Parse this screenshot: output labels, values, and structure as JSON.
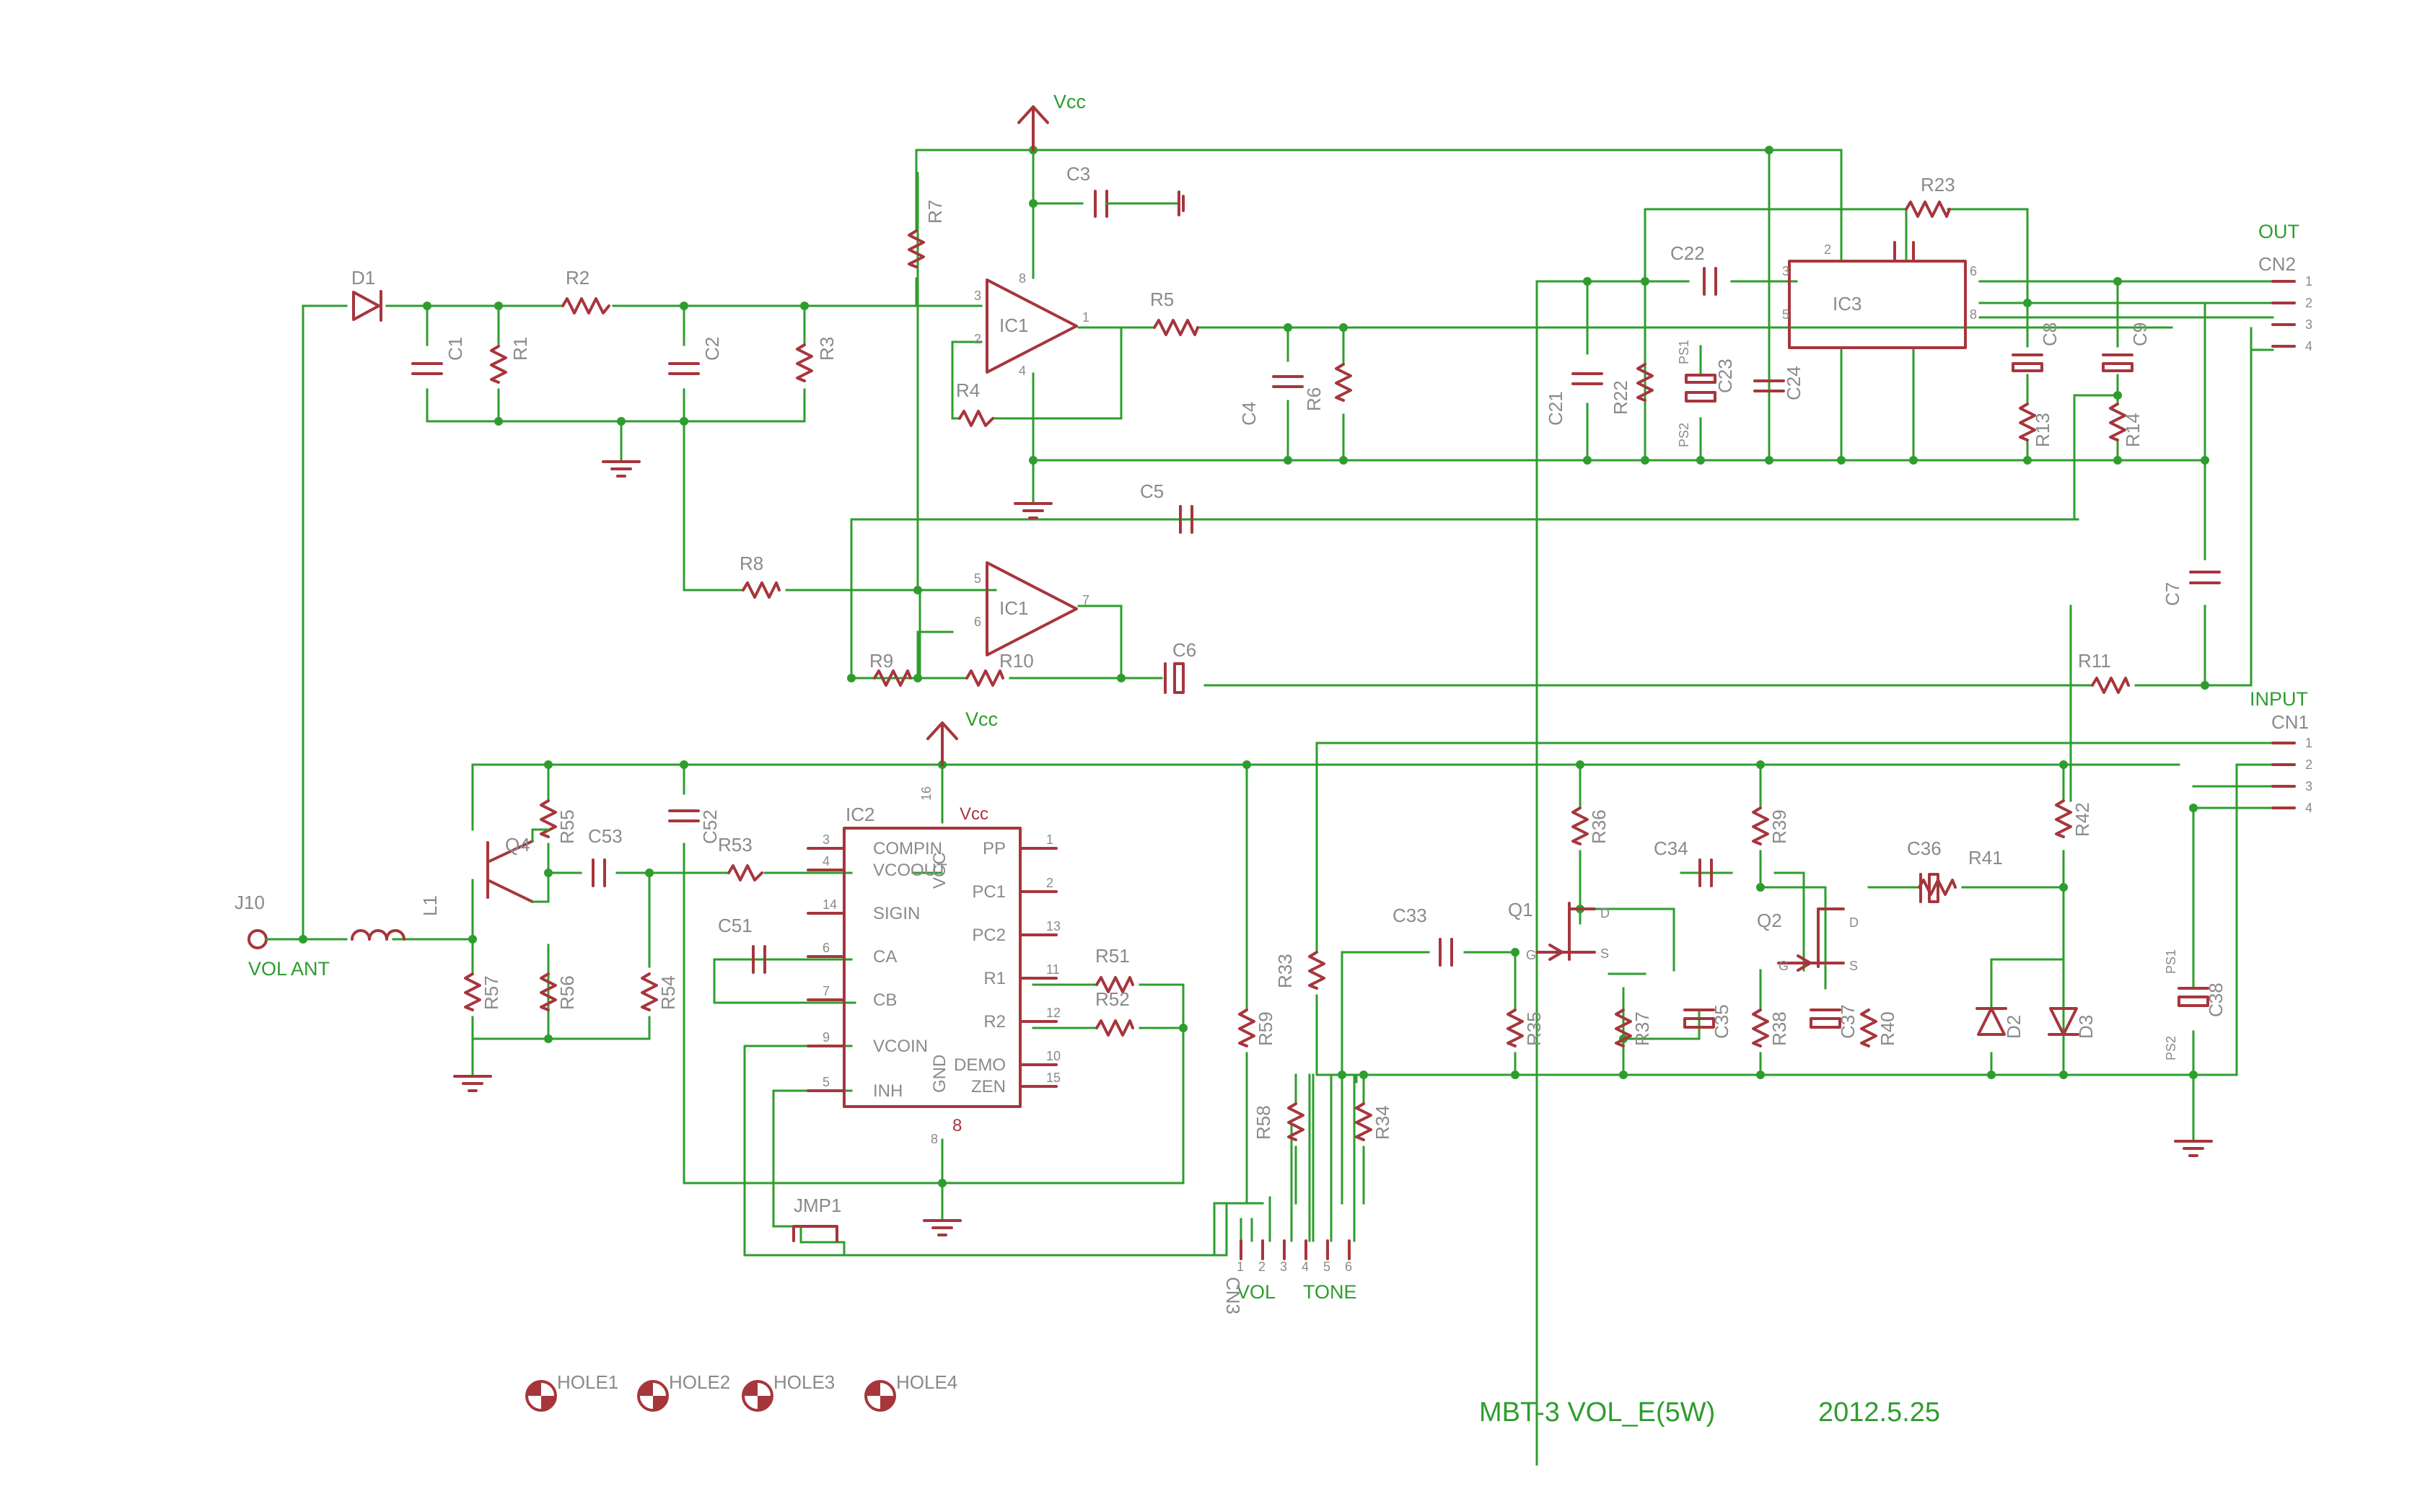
{
  "nets": {
    "vcc_top": "Vcc",
    "vcc_mid": "Vcc",
    "vol_ant": "VOL ANT",
    "out": "OUT",
    "input": "INPUT",
    "vol": "VOL",
    "tone": "TONE"
  },
  "connectors": {
    "j10": "J10",
    "cn1": "CN1",
    "cn2": "CN2",
    "cn3": "CN3",
    "jmp1": "JMP1",
    "cn_pins": [
      "1",
      "2",
      "3",
      "4"
    ],
    "cn3_pins": [
      "1",
      "2",
      "3",
      "4",
      "5",
      "6"
    ]
  },
  "components": {
    "d1": "D1",
    "r1": "R1",
    "r2": "R2",
    "r3": "R3",
    "c1": "C1",
    "c2": "C2",
    "r7": "R7",
    "c3": "C3",
    "ic1a": "IC1",
    "ic1b": "IC1",
    "r4": "R4",
    "r5": "R5",
    "c4": "C4",
    "r6": "R6",
    "c5": "C5",
    "r8": "R8",
    "r9": "R9",
    "r10": "R10",
    "c6": "C6",
    "c21": "C21",
    "r22": "R22",
    "c22": "C22",
    "c23": "C23",
    "c24": "C24",
    "ic3": "IC3",
    "r23": "R23",
    "c8": "C8",
    "c9": "C9",
    "r13": "R13",
    "r14": "R14",
    "c7": "C7",
    "r11": "R11",
    "q4": "Q4",
    "r55": "R55",
    "r56": "R56",
    "r57": "R57",
    "l1": "L1",
    "c53": "C53",
    "r54": "R54",
    "c52": "C52",
    "r53": "R53",
    "ic2": "IC2",
    "c51": "C51",
    "r51": "R51",
    "r52": "R52",
    "r59": "R59",
    "r33": "R33",
    "r58": "R58",
    "r34": "R34",
    "c33": "C33",
    "q1": "Q1",
    "r35": "R35",
    "r36": "R36",
    "r37": "R37",
    "c34": "C34",
    "c35": "C35",
    "q2": "Q2",
    "r38": "R38",
    "r39": "R39",
    "r40": "R40",
    "c36": "C36",
    "c37": "C37",
    "r41": "R41",
    "r42": "R42",
    "d2": "D2",
    "d3": "D3",
    "c38": "C38"
  },
  "ps_labels": {
    "ps1": "PS1",
    "ps2": "PS2"
  },
  "ic2_pins": {
    "left": [
      {
        "num": "3",
        "name": "COMPIN"
      },
      {
        "num": "4",
        "name": "VCOOUT"
      },
      {
        "num": "14",
        "name": "SIGIN"
      },
      {
        "num": "6",
        "name": "CA"
      },
      {
        "num": "7",
        "name": "CB"
      },
      {
        "num": "9",
        "name": "VCOIN"
      },
      {
        "num": "5",
        "name": "INH"
      }
    ],
    "right": [
      {
        "num": "1",
        "name": "PP"
      },
      {
        "num": "2",
        "name": "PC1"
      },
      {
        "num": "13",
        "name": "PC2"
      },
      {
        "num": "11",
        "name": "R1"
      },
      {
        "num": "12",
        "name": "R2"
      },
      {
        "num": "10",
        "name": "DEMO"
      },
      {
        "num": "15",
        "name": "ZEN"
      }
    ],
    "vcc_name": "Vcc",
    "vcc_pin_name": "VCC",
    "vcc_num": "16",
    "gnd_name": "GND",
    "gnd_num": "8",
    "gnd_num_outer": "8"
  },
  "ic1_pins": {
    "a": [
      "3",
      "2",
      "1",
      "8",
      "4"
    ],
    "b": [
      "5",
      "6",
      "7"
    ]
  },
  "ic3_pins": [
    "2",
    "3",
    "5",
    "6",
    "8"
  ],
  "fet_pins": {
    "g": "G",
    "d": "D",
    "s": "S"
  },
  "holes": [
    "HOLE1",
    "HOLE2",
    "HOLE3",
    "HOLE4"
  ],
  "title_block": {
    "name": "MBT-3 VOL_E(5W)",
    "date": "2012.5.25"
  },
  "colors": {
    "wire": "#2e9d2e",
    "part": "#a6363c",
    "ref": "#8a8a8a"
  }
}
